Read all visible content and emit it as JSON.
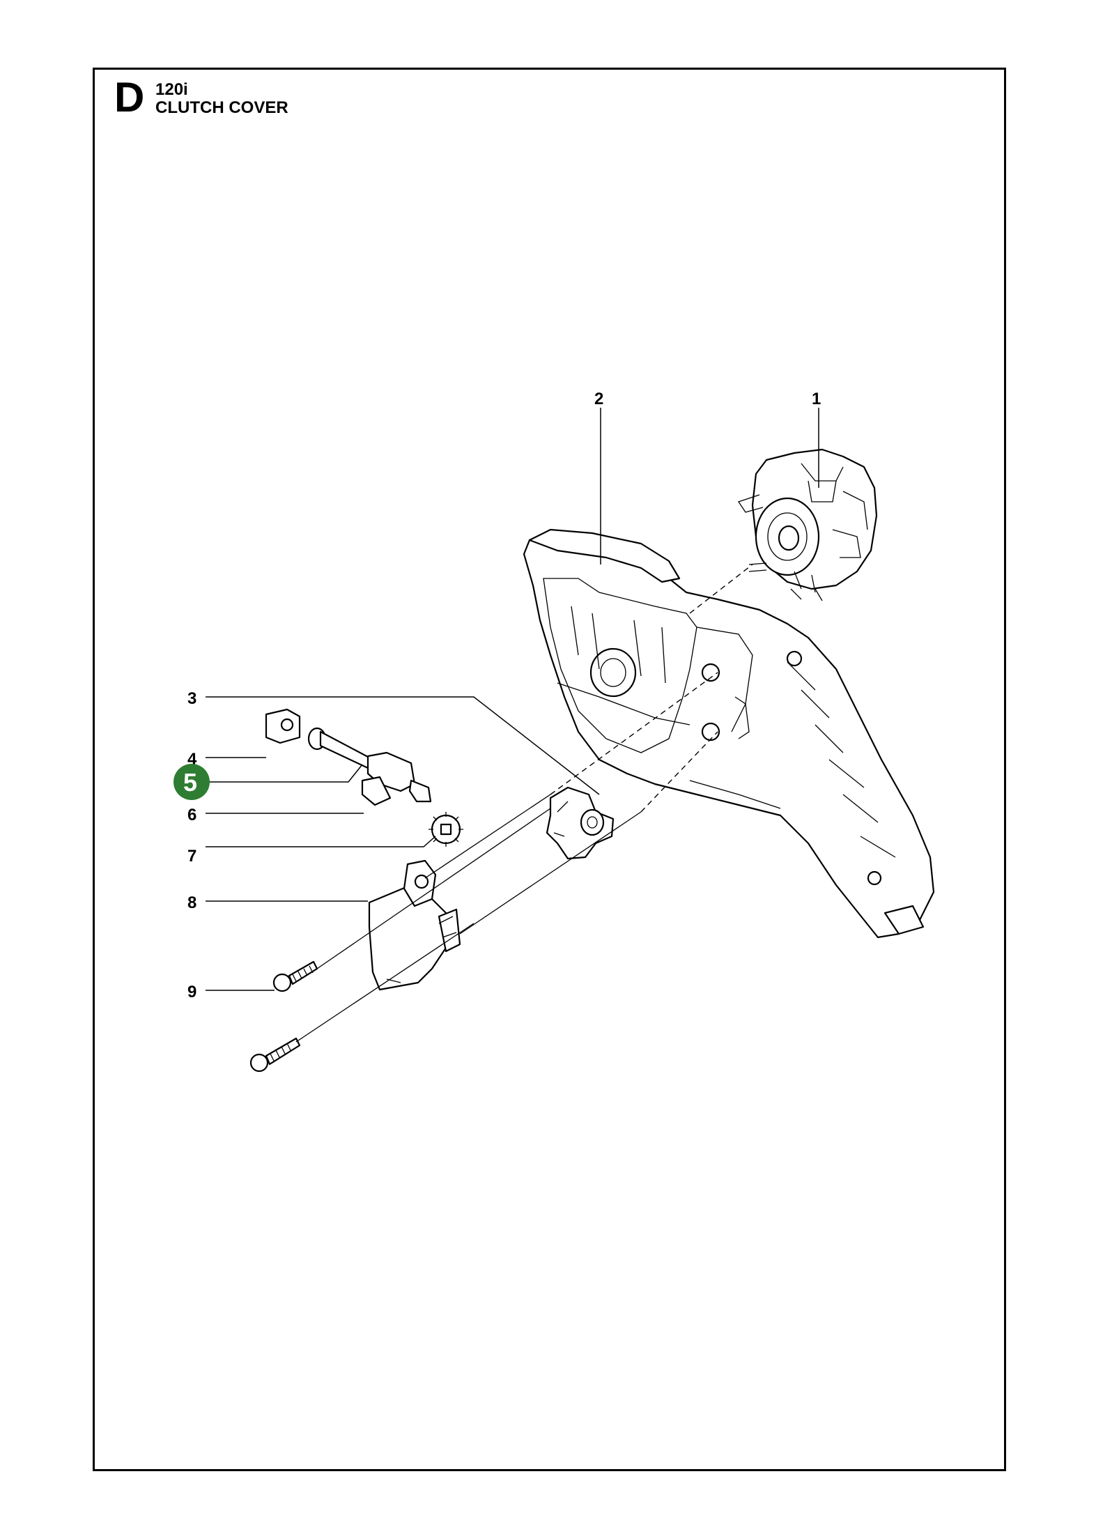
{
  "header": {
    "section_letter": "D",
    "model": "120i",
    "title": "CLUTCH COVER"
  },
  "callouts": [
    {
      "number": "1",
      "highlighted": false
    },
    {
      "number": "2",
      "highlighted": false
    },
    {
      "number": "3",
      "highlighted": false
    },
    {
      "number": "4",
      "highlighted": false
    },
    {
      "number": "5",
      "highlighted": true
    },
    {
      "number": "6",
      "highlighted": false
    },
    {
      "number": "7",
      "highlighted": false
    },
    {
      "number": "8",
      "highlighted": false
    },
    {
      "number": "9",
      "highlighted": false
    }
  ],
  "colors": {
    "highlight": "#2e7d32",
    "line": "#000000",
    "background": "#ffffff"
  }
}
